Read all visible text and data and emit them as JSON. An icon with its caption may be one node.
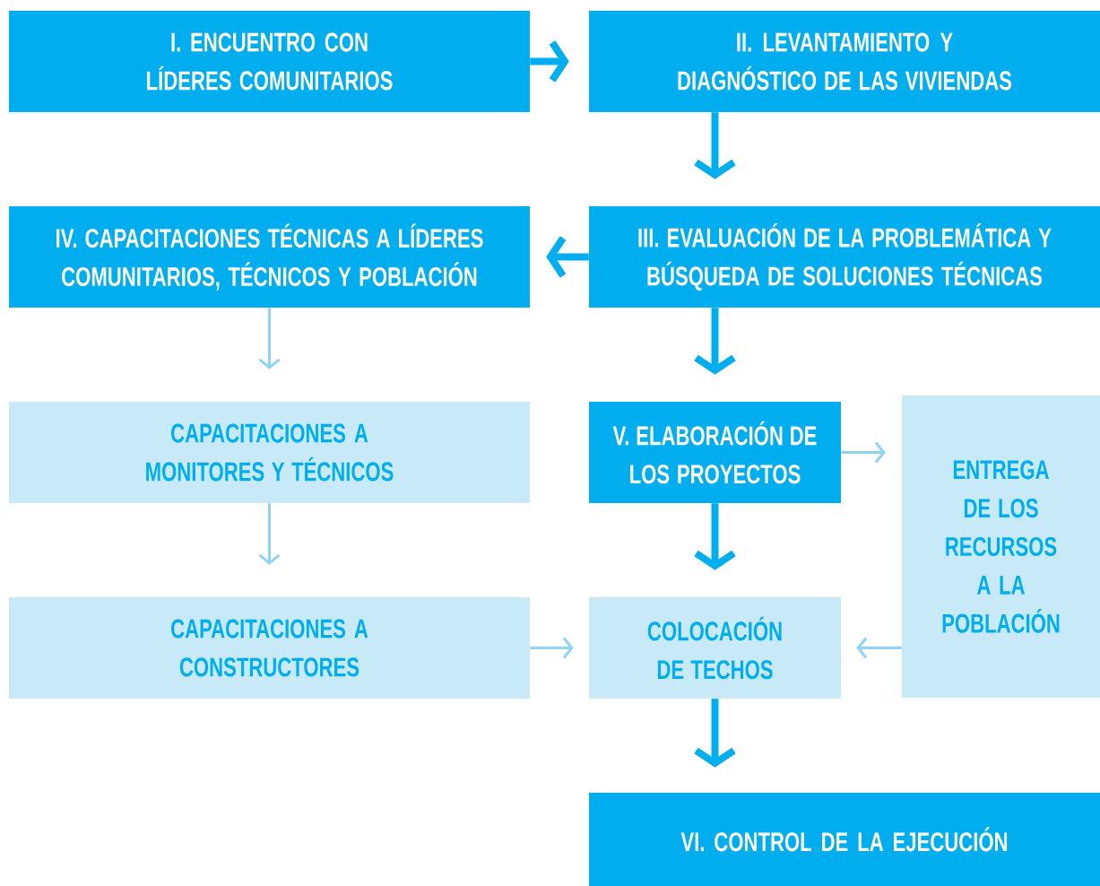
{
  "diagram": {
    "nodes": [
      {
        "text": [
          "I. ENCUENTRO CON LÍDERES COMUNITARIOS"
        ]
      },
      {
        "text": [
          "II. LEVANTAMIENTO Y DIAGNÓSTICO DE LAS VIVIENDAS"
        ]
      },
      {
        "text": [
          "IV. CAPACITACIONES TÉCNICAS A LÍDERES COMUNITARIOS, TÉCNICOS Y POBLACIÓN"
        ]
      },
      {
        "text": [
          "III. EVALUACIÓN DE LA PROBLEMÁTICA Y BÚSQUEDA DE SOLUCIONES TÉCNICAS"
        ]
      },
      {
        "text": [
          "CAPACITACIONES A MONITORES Y TÉCNICOS"
        ]
      },
      {
        "text": [
          "V. ELABORACIÓN DE LOS PROYECTOS"
        ]
      },
      {
        "text": [
          "ENTREGA DE LOS RECURSOS A LA POBLACIÓN"
        ]
      },
      {
        "text": [
          "CAPACITACIONES A CONSTRUCTORES"
        ]
      },
      {
        "text": [
          "COLOCACIÓN DE TECHOS"
        ]
      },
      {
        "text": [
          "VI. CONTROL DE LA EJECUCIÓN"
        ]
      }
    ],
    "edges": [
      {
        "from": 0,
        "to": 1,
        "arrow": "to"
      },
      {
        "from": 1,
        "to": 3,
        "arrow": "to"
      },
      {
        "from": 3,
        "to": 2,
        "arrow": "to"
      },
      {
        "from": 3,
        "to": 5,
        "arrow": "to"
      },
      {
        "from": 2,
        "to": 4,
        "arrow": "to",
        "color": "#8fd4f4"
      },
      {
        "from": 4,
        "to": 7,
        "arrow": "to",
        "color": "#8fd4f4"
      },
      {
        "from": 5,
        "to": 6,
        "arrow": "to",
        "color": "#8fd4f4"
      },
      {
        "from": 5,
        "to": 8,
        "arrow": "to"
      },
      {
        "from": 7,
        "to": 8,
        "arrow": "to",
        "color": "#8fd4f4"
      },
      {
        "from": 6,
        "to": 8,
        "arrow": "to",
        "color": "#8fd4f4"
      },
      {
        "from": 8,
        "to": 9,
        "arrow": "to"
      }
    ]
  }
}
